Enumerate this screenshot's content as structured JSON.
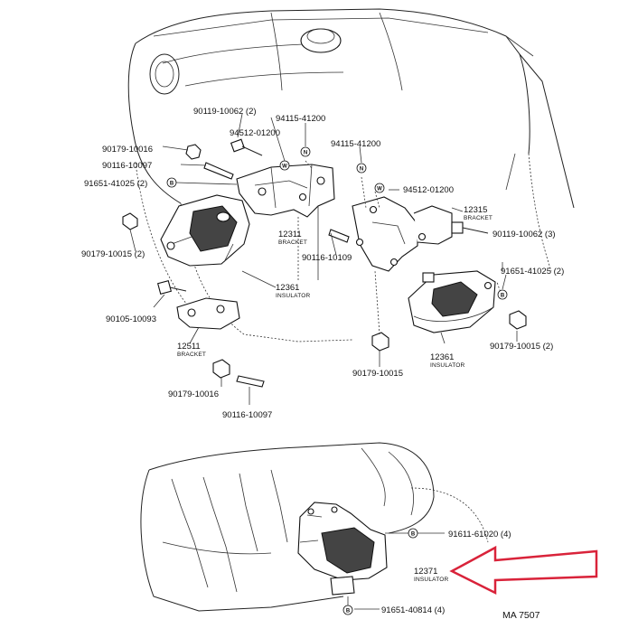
{
  "labels": {
    "p90119_10062_top": "90119-10062 (2)",
    "p94115_41200_left": "94115-41200",
    "p94512_01200_left": "94512-01200",
    "p90179_10016_top": "90179-10016",
    "p90116_10097_top": "90116-10097",
    "p91651_41025_left": "91651-41025 (2)",
    "p94115_41200_right": "94115-41200",
    "p94512_01200_right": "94512-01200",
    "p12315": "12315",
    "p12315_sub": "BRACKET",
    "p90119_10062_right": "90119-10062 (3)",
    "p12311": "12311",
    "p12311_sub": "BRACKET",
    "p90179_10015_left": "90179-10015 (2)",
    "p90116_10109": "90116-10109",
    "p91651_41025_right": "91651-41025 (2)",
    "p12361_left": "12361",
    "p12361_left_sub": "INSULATOR",
    "p90105_10093": "90105-10093",
    "p12511": "12511",
    "p12511_sub": "BRACKET",
    "p12361_right": "12361",
    "p12361_right_sub": "INSULATOR",
    "p90179_10015_right": "90179-10015 (2)",
    "p90179_10015_mid": "90179-10015",
    "p90179_10016_bottom": "90179-10016",
    "p90116_10097_bottom": "90116-10097",
    "p91611_61020": "91611-61020 (4)",
    "p12371": "12371",
    "p12371_sub": "INSULATOR",
    "p91651_40814": "91651-40814 (4)",
    "diagram_code": "MA 7507"
  },
  "symbols": {
    "n": "N",
    "w": "W",
    "b": "B"
  },
  "colors": {
    "arrow": "#d9233a",
    "ink": "#111111"
  }
}
